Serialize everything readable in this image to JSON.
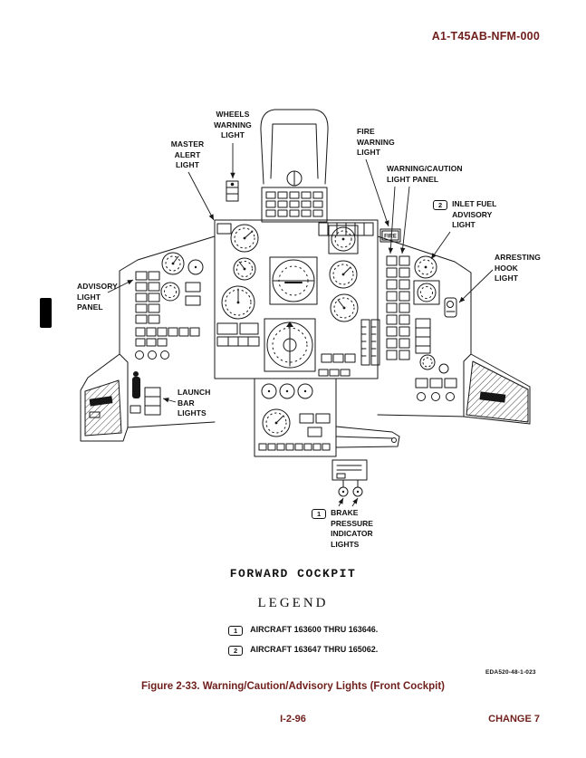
{
  "colors": {
    "accent": "#70201c",
    "diagram_ink": "#161616",
    "paper": "#ffffff"
  },
  "header": {
    "doc_number": "A1-T45AB-NFM-000"
  },
  "figure": {
    "title": "FORWARD COCKPIT",
    "drawing_number": "EDA520-48-1-023",
    "caption": "Figure 2-33.  Warning/Caution/Advisory Lights (Front Cockpit)",
    "panel_text": {
      "fire_light": "FIRE"
    },
    "callouts": [
      {
        "label": "WHEELS\nWARNING\nLIGHT"
      },
      {
        "label": "MASTER\nALERT\nLIGHT"
      },
      {
        "label": "FIRE\nWARNING\nLIGHT"
      },
      {
        "label": "WARNING/CAUTION\nLIGHT PANEL"
      },
      {
        "ref": "2",
        "label": "INLET FUEL\nADVISORY\nLIGHT"
      },
      {
        "label": "ARRESTING\nHOOK\nLIGHT"
      },
      {
        "label": "ADVISORY\nLIGHT\nPANEL"
      },
      {
        "label": "LAUNCH\nBAR\nLIGHTS"
      },
      {
        "ref": "1",
        "label": "BRAKE\nPRESSURE\nINDICATOR\nLIGHTS"
      }
    ]
  },
  "legend": {
    "title": "LEGEND",
    "items": [
      {
        "ref": "1",
        "text": "AIRCRAFT 163600 THRU 163646."
      },
      {
        "ref": "2",
        "text": "AIRCRAFT 163647 THRU 165062."
      }
    ]
  },
  "footer": {
    "page_number": "I-2-96",
    "change_notice": "CHANGE 7"
  }
}
